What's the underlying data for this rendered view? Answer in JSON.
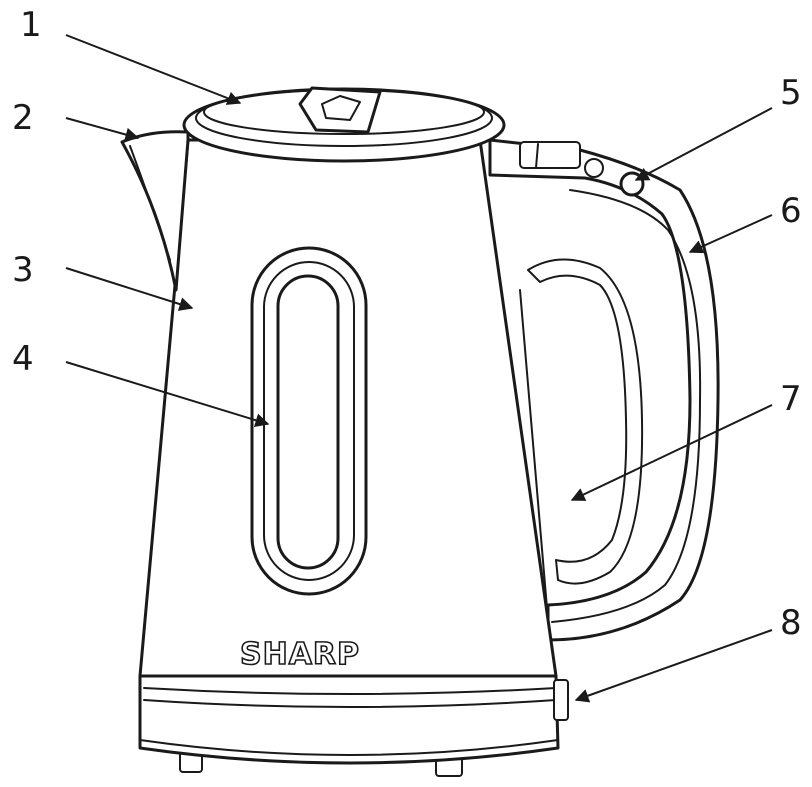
{
  "brand": "SHARP",
  "callouts": [
    {
      "number": "1"
    },
    {
      "number": "2"
    },
    {
      "number": "3"
    },
    {
      "number": "4"
    },
    {
      "number": "5"
    },
    {
      "number": "6"
    },
    {
      "number": "7"
    },
    {
      "number": "8"
    }
  ]
}
